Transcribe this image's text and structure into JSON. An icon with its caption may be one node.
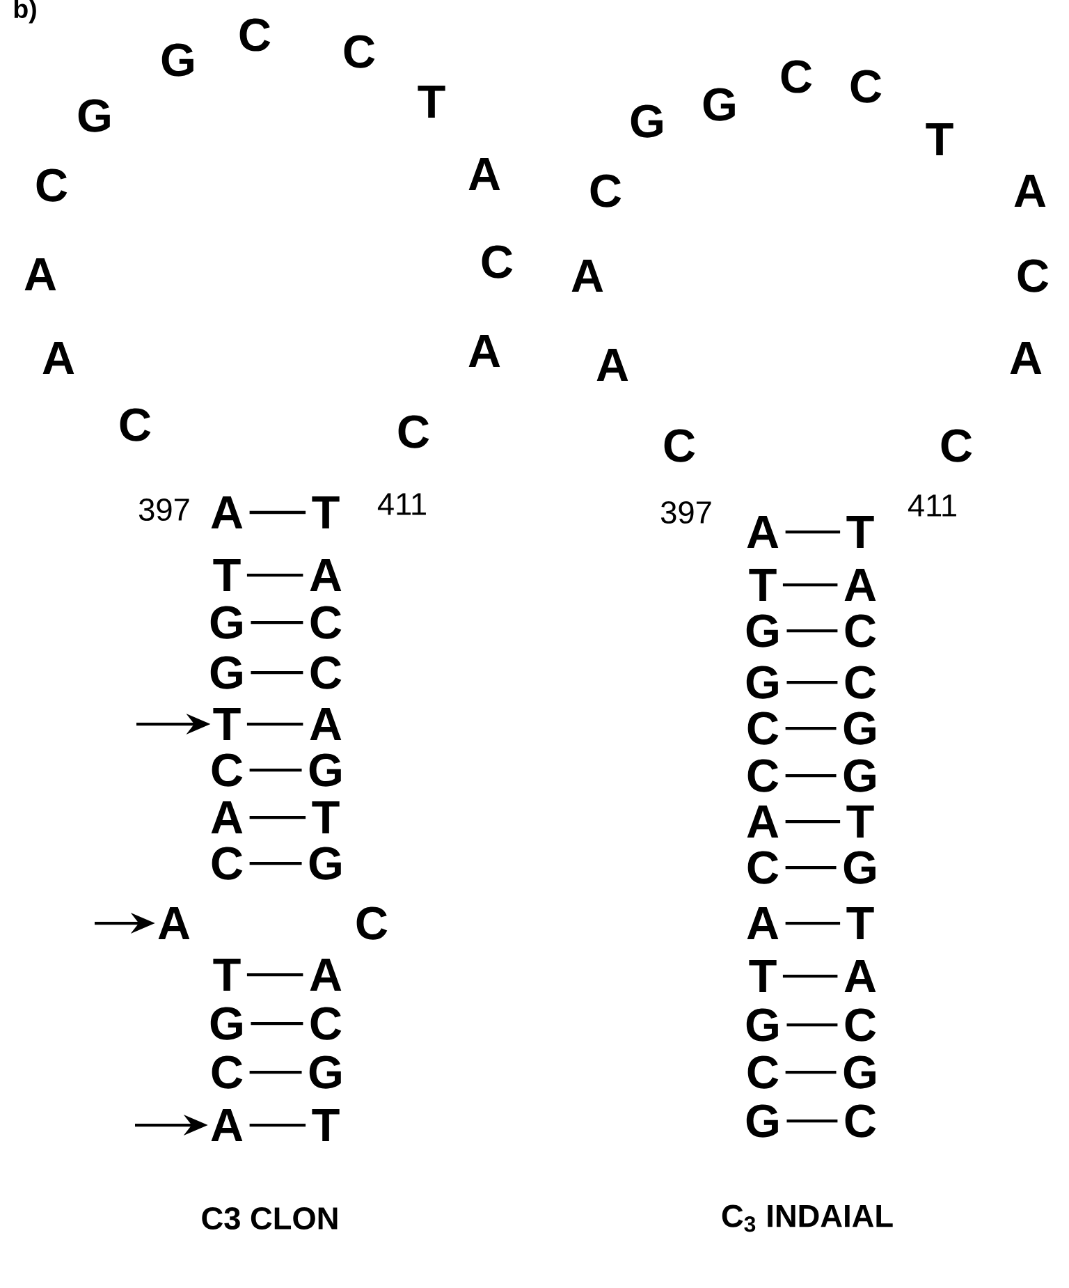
{
  "diagram": {
    "nodes": [
      {
        "text": [
          "A"
        ],
        "beside": [
          "397"
        ]
      },
      {
        "text": [
          "C"
        ]
      },
      {
        "text": [
          "A"
        ]
      },
      {
        "text": [
          "A"
        ]
      },
      {
        "text": [
          "C"
        ]
      },
      {
        "text": [
          "G"
        ]
      },
      {
        "text": [
          "G"
        ]
      },
      {
        "text": [
          "C"
        ]
      },
      {
        "text": [
          "C"
        ]
      },
      {
        "text": [
          "T"
        ]
      },
      {
        "text": [
          "A"
        ]
      },
      {
        "text": [
          "C"
        ]
      },
      {
        "text": [
          "A"
        ]
      },
      {
        "text": [
          "C"
        ]
      },
      {
        "text": [
          "T"
        ],
        "beside": [
          "411"
        ]
      },
      {
        "text": [
          "T"
        ]
      },
      {
        "text": [
          "A"
        ]
      },
      {
        "text": [
          "G"
        ]
      },
      {
        "text": [
          "C"
        ]
      },
      {
        "text": [
          "G"
        ]
      },
      {
        "text": [
          "C"
        ]
      },
      {
        "text": [
          "T"
        ]
      },
      {
        "text": [
          "A"
        ]
      },
      {
        "text": [
          "C"
        ]
      },
      {
        "text": [
          "G"
        ]
      },
      {
        "text": [
          "A"
        ]
      },
      {
        "text": [
          "T"
        ]
      },
      {
        "text": [
          "C"
        ]
      },
      {
        "text": [
          "G"
        ]
      },
      {
        "text": [
          "A"
        ]
      },
      {
        "text": [
          "C"
        ]
      },
      {
        "text": [
          "T"
        ]
      },
      {
        "text": [
          "A"
        ]
      },
      {
        "text": [
          "G"
        ]
      },
      {
        "text": [
          "C"
        ]
      },
      {
        "text": [
          "C"
        ]
      },
      {
        "text": [
          "G"
        ]
      },
      {
        "text": [
          "A"
        ]
      },
      {
        "text": [
          "T"
        ]
      },
      {
        "text": [
          "A"
        ],
        "beside": [
          "397"
        ]
      },
      {
        "text": [
          "C"
        ]
      },
      {
        "text": [
          "A"
        ]
      },
      {
        "text": [
          "A"
        ]
      },
      {
        "text": [
          "C"
        ]
      },
      {
        "text": [
          "G"
        ]
      },
      {
        "text": [
          "G"
        ]
      },
      {
        "text": [
          "C"
        ]
      },
      {
        "text": [
          "C"
        ]
      },
      {
        "text": [
          "T"
        ]
      },
      {
        "text": [
          "A"
        ]
      },
      {
        "text": [
          "C"
        ]
      },
      {
        "text": [
          "A"
        ]
      },
      {
        "text": [
          "C"
        ]
      },
      {
        "text": [
          "T"
        ],
        "beside": [
          "411"
        ]
      },
      {
        "text": [
          "T"
        ]
      },
      {
        "text": [
          "A"
        ]
      },
      {
        "text": [
          "G"
        ]
      },
      {
        "text": [
          "C"
        ]
      },
      {
        "text": [
          "G"
        ]
      },
      {
        "text": [
          "C"
        ]
      },
      {
        "text": [
          "C"
        ]
      },
      {
        "text": [
          "G"
        ]
      },
      {
        "text": [
          "C"
        ]
      },
      {
        "text": [
          "G"
        ]
      },
      {
        "text": [
          "A"
        ]
      },
      {
        "text": [
          "T"
        ]
      },
      {
        "text": [
          "C"
        ]
      },
      {
        "text": [
          "G"
        ]
      },
      {
        "text": [
          "A"
        ]
      },
      {
        "text": [
          "T"
        ]
      },
      {
        "text": [
          "T"
        ]
      },
      {
        "text": [
          "A"
        ]
      },
      {
        "text": [
          "G"
        ]
      },
      {
        "text": [
          "C"
        ]
      },
      {
        "text": [
          "C"
        ]
      },
      {
        "text": [
          "G"
        ]
      },
      {
        "text": [
          "G"
        ]
      },
      {
        "text": [
          "C"
        ]
      }
    ],
    "edges": [
      {
        "from": 0,
        "to": 14,
        "arrow": "none"
      },
      {
        "from": 15,
        "to": 16,
        "arrow": "none"
      },
      {
        "from": 17,
        "to": 18,
        "arrow": "none"
      },
      {
        "from": 19,
        "to": 20,
        "arrow": "none"
      },
      {
        "from": 21,
        "to": 22,
        "arrow": "none"
      },
      {
        "from": 23,
        "to": 24,
        "arrow": "none"
      },
      {
        "from": 25,
        "to": 26,
        "arrow": "none"
      },
      {
        "from": 27,
        "to": 28,
        "arrow": "none"
      },
      {
        "from": 31,
        "to": 32,
        "arrow": "none"
      },
      {
        "from": 33,
        "to": 34,
        "arrow": "none"
      },
      {
        "from": 35,
        "to": 36,
        "arrow": "none"
      },
      {
        "from": 37,
        "to": 38,
        "arrow": "none"
      },
      {
        "from": null,
        "to": 21,
        "arrow": "to"
      },
      {
        "from": null,
        "to": 29,
        "arrow": "to"
      },
      {
        "from": null,
        "to": 37,
        "arrow": "to"
      },
      {
        "from": 39,
        "to": 53,
        "arrow": "none"
      },
      {
        "from": 54,
        "to": 55,
        "arrow": "none"
      },
      {
        "from": 56,
        "to": 57,
        "arrow": "none"
      },
      {
        "from": 58,
        "to": 59,
        "arrow": "none"
      },
      {
        "from": 60,
        "to": 61,
        "arrow": "none"
      },
      {
        "from": 62,
        "to": 63,
        "arrow": "none"
      },
      {
        "from": 64,
        "to": 65,
        "arrow": "none"
      },
      {
        "from": 66,
        "to": 67,
        "arrow": "none"
      },
      {
        "from": 68,
        "to": 69,
        "arrow": "none"
      },
      {
        "from": 70,
        "to": 71,
        "arrow": "none"
      },
      {
        "from": 72,
        "to": 73,
        "arrow": "none"
      },
      {
        "from": 74,
        "to": 75,
        "arrow": "none"
      },
      {
        "from": 76,
        "to": 77,
        "arrow": "none"
      }
    ],
    "labels": [
      "b)",
      "C3 CLON",
      "C$_{3}$ INDAIAL"
    ]
  }
}
